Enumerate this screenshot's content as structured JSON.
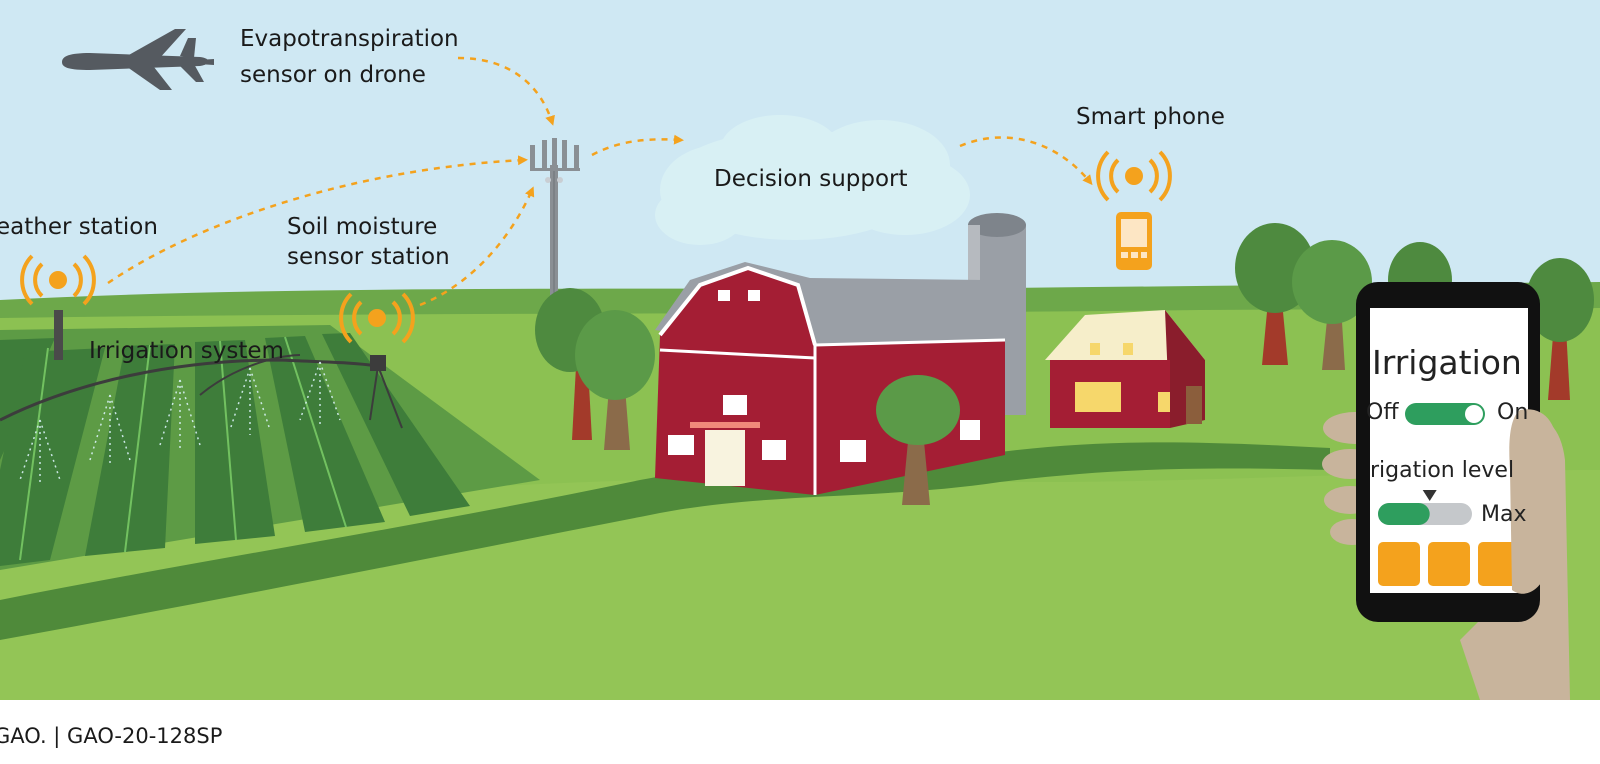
{
  "labels": {
    "drone_sensor_line1": "Evapotranspiration",
    "drone_sensor_line2": "sensor on drone",
    "weather_station": "eather station",
    "soil_sensor_line1": "Soil moisture",
    "soil_sensor_line2": "sensor station",
    "irrigation_system": "Irrigation system",
    "decision_support": "Decision support",
    "smart_phone": "Smart phone"
  },
  "phone_app": {
    "title": "Irrigation",
    "toggle_off_label": "Off",
    "toggle_on_label": "On",
    "toggle_state": "on",
    "level_label": "rigation level",
    "level_max_label": "Max",
    "level_fraction": 0.55
  },
  "credit": "GAO. | GAO-20-128SP",
  "colors": {
    "sky": "#cfe8f3",
    "grass": "#8cc152",
    "field_dark": "#3e7d3a",
    "barn_red": "#a41e34",
    "roof_gray": "#9a9fa6",
    "signal_orange": "#f4a21d",
    "path": "#4f8a3a",
    "phone_toggle": "#2e9e5e"
  }
}
